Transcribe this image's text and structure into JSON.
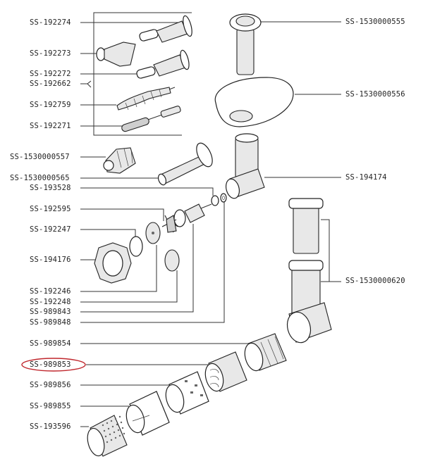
{
  "diagram": {
    "highlight_color": "#c0272d",
    "highlighted_part": "SS-989853",
    "labels_left": [
      "SS-192274",
      "SS-192273",
      "SS-192272",
      "SS-192662",
      "SS-192759",
      "SS-192271",
      "SS-1530000557",
      "SS-1530000565",
      "SS-193528",
      "SS-192595",
      "SS-192247",
      "SS-194176",
      "SS-192246",
      "SS-192248",
      "SS-989843",
      "SS-989848",
      "SS-989854",
      "SS-989853",
      "SS-989856",
      "SS-989855",
      "SS-193596"
    ],
    "labels_right": [
      "SS-1530000555",
      "SS-1530000556",
      "SS-194174",
      "SS-1530000620"
    ]
  }
}
